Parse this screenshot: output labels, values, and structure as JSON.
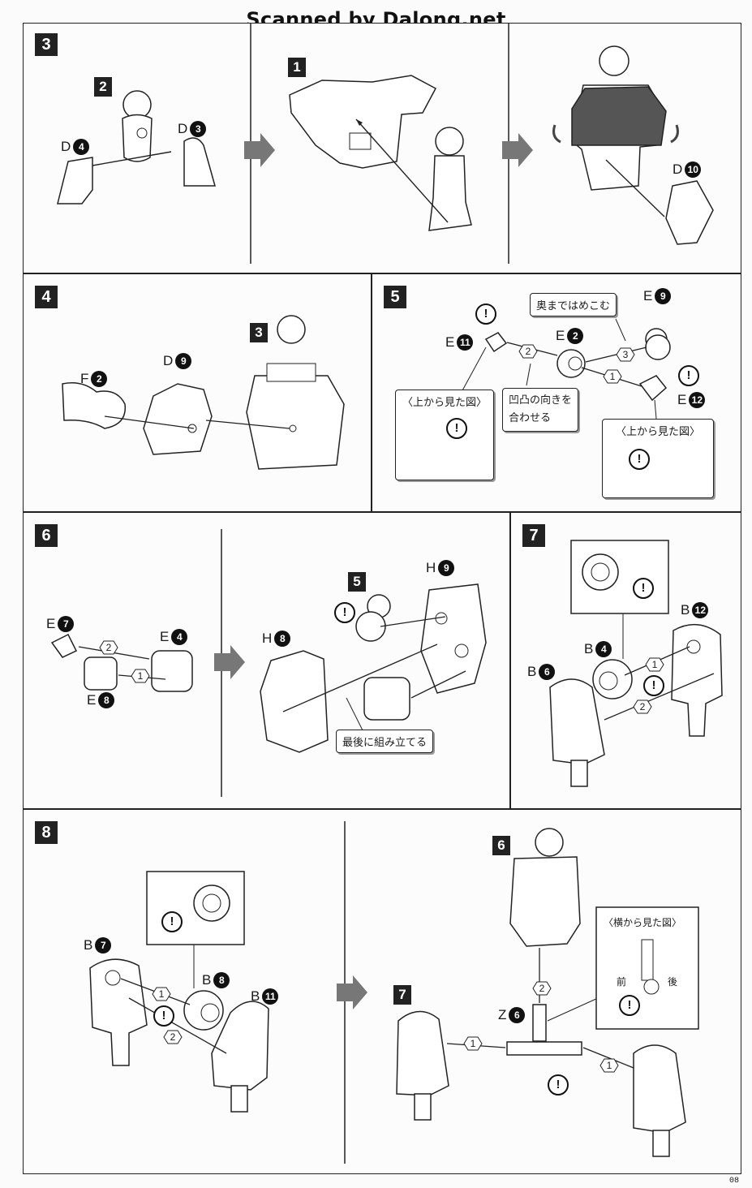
{
  "header": {
    "scan_credit": "Scanned by Dalong.net"
  },
  "page_number": "08",
  "steps": {
    "s3": {
      "num": "3",
      "ref2": "2",
      "ref1": "1",
      "parts": {
        "d4": "D",
        "d4n": "4",
        "d3": "D",
        "d3n": "3",
        "d10": "D",
        "d10n": "10"
      }
    },
    "s4": {
      "num": "4",
      "ref3": "3",
      "parts": {
        "f2": "F",
        "f2n": "2",
        "d9": "D",
        "d9n": "9"
      }
    },
    "s5": {
      "num": "5",
      "parts": {
        "e11": "E",
        "e11n": "11",
        "e2": "E",
        "e2n": "2",
        "e9": "E",
        "e9n": "9",
        "e12": "E",
        "e12n": "12"
      },
      "callout_insert": "奥まではめこむ",
      "callout_align_1": "凹凸の向きを",
      "callout_align_2": "合わせる",
      "view_top_1": "〈上から見た図〉",
      "view_top_2": "〈上から見た図〉",
      "seq1": "1",
      "seq2": "2",
      "seq3": "3"
    },
    "s6": {
      "num": "6",
      "ref5": "5",
      "parts": {
        "e7": "E",
        "e7n": "7",
        "e4": "E",
        "e4n": "4",
        "e8": "E",
        "e8n": "8",
        "h8": "H",
        "h8n": "8",
        "h9": "H",
        "h9n": "9"
      },
      "callout_last": "最後に組み立てる",
      "seq1": "1",
      "seq2": "2"
    },
    "s7": {
      "num": "7",
      "parts": {
        "b12": "B",
        "b12n": "12",
        "b4": "B",
        "b4n": "4",
        "b6": "B",
        "b6n": "6"
      },
      "seq1": "1",
      "seq2": "2"
    },
    "s8": {
      "num": "8",
      "ref6": "6",
      "ref7": "7",
      "parts": {
        "b7": "B",
        "b7n": "7",
        "b8": "B",
        "b8n": "8",
        "b11": "B",
        "b11n": "11",
        "z6": "Z",
        "z6n": "6"
      },
      "view_side": "〈横から見た図〉",
      "front": "前",
      "back": "後",
      "seq1": "1",
      "seq2": "2"
    }
  },
  "warn_symbol": "!"
}
